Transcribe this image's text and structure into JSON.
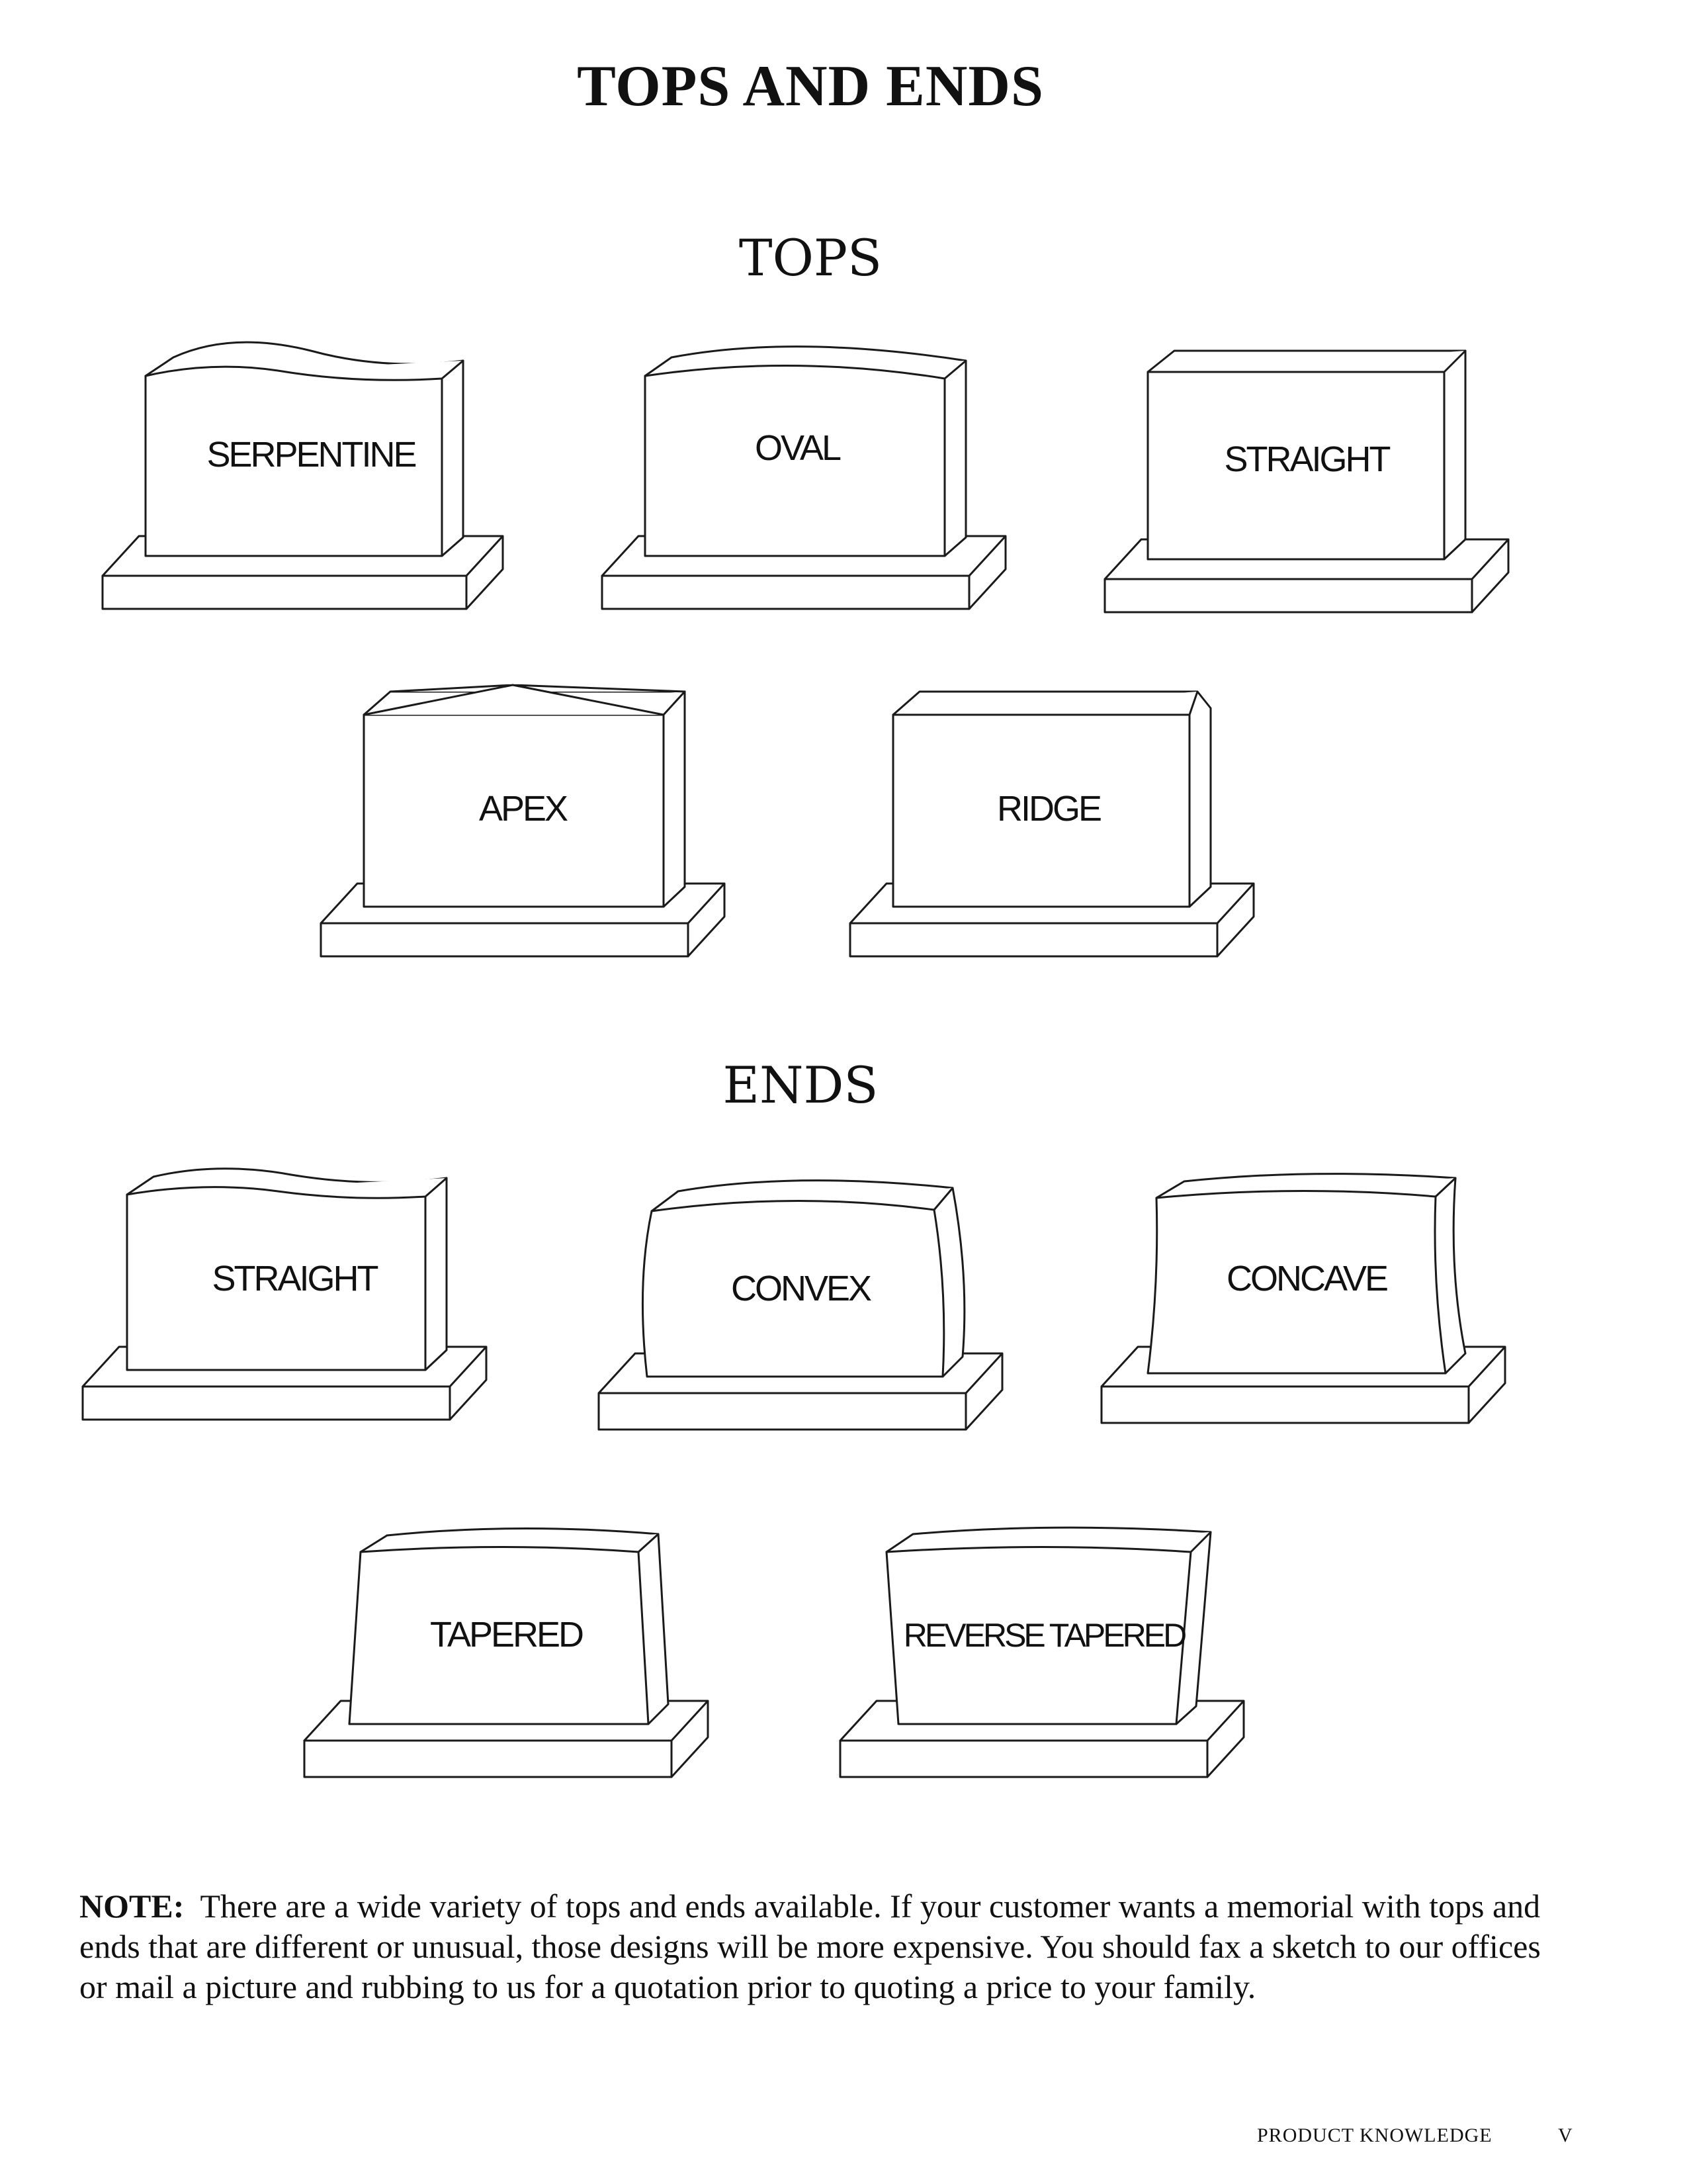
{
  "document": {
    "title": "TOPS AND ENDS",
    "sections": [
      {
        "heading": "TOPS",
        "items": [
          "SERPENTINE",
          "OVAL",
          "STRAIGHT",
          "APEX",
          "RIDGE"
        ]
      },
      {
        "heading": "ENDS",
        "items": [
          "STRAIGHT",
          "CONVEX",
          "CONCAVE",
          "TAPERED",
          "REVERSE TAPERED"
        ]
      }
    ],
    "note": {
      "label": "NOTE:",
      "text": "There are a wide variety of tops and ends available. If your customer wants a memorial with tops and ends that are different or unusual, those designs will be more expensive. You should fax a sketch to our offices or mail a picture and rubbing to us for a quotation prior to quoting a price to your family."
    },
    "footer": {
      "section": "PRODUCT KNOWLEDGE",
      "page": "V"
    }
  }
}
